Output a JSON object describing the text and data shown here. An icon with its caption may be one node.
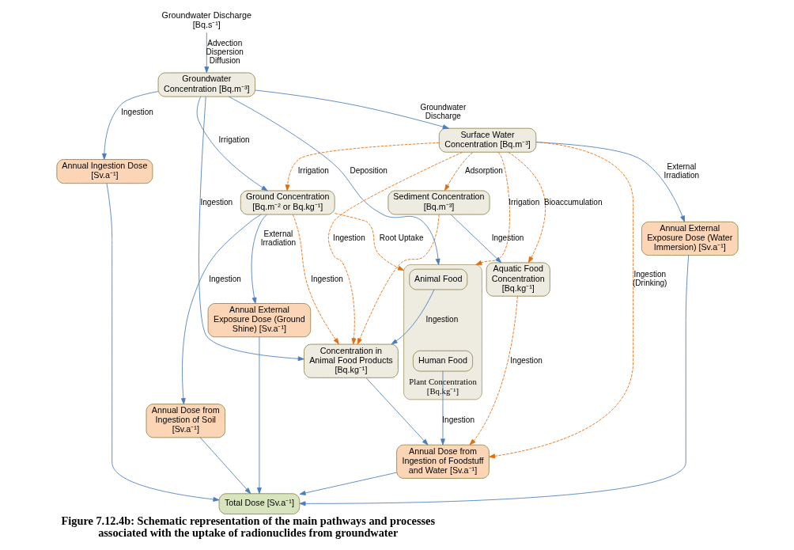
{
  "diagram": {
    "caption": "Figure 7.12.4b: Schematic representation of the main pathways and processes associated with the uptake of radionuclides from groundwater",
    "nodes": [
      {
        "text": [
          "Groundwater Discharge [Bq.s⁻¹]"
        ]
      },
      {
        "text": [
          "Groundwater Concentration [Bq.m⁻³]"
        ]
      },
      {
        "text": [
          "Annual Ingestion Dose [Sv.a⁻¹]"
        ]
      },
      {
        "text": [
          "Ground Concentration [Bq.m⁻² or Bq.kg⁻¹]"
        ]
      },
      {
        "text": [
          "Annual External Exposure Dose (Ground Shine) [Sv.a⁻¹]"
        ]
      },
      {
        "text": [
          "Annual Dose from Ingestion of Soil [Sv.a⁻¹]"
        ]
      },
      {
        "text": [
          "Surface Water Concentration [Bq.m⁻³]"
        ]
      },
      {
        "text": [
          "Annual External Exposure Dose (Water Immersion) [Sv.a⁻¹]"
        ]
      },
      {
        "text": [
          "Sediment Concentration [Bq.m⁻³]"
        ]
      },
      {
        "text": [
          "Aquatic Food Concentration [Bq.kg⁻¹]"
        ]
      },
      {
        "text": [
          "Total Dose [Sv.a⁻¹]"
        ]
      },
      {
        "text": [
          "Annual Dose from Ingestion of Foodstuff and Water [Sv.a⁻¹]"
        ]
      },
      {
        "text": [
          "Plant Concentration [Bq.kg⁻¹]"
        ]
      },
      {
        "text": [
          "Animal Food"
        ],
        "in": 12
      },
      {
        "text": [
          "Human Food"
        ],
        "in": 12
      },
      {
        "text": [
          "Concentration in Animal Food Products [Bq.kg⁻¹]"
        ]
      }
    ],
    "edges": [
      {
        "from": 0,
        "to": 1,
        "arrow": "to",
        "label": "Advection Dispersion Diffusion"
      },
      {
        "from": 1,
        "to": 2,
        "arrow": "to",
        "label": "Ingestion"
      },
      {
        "from": 1,
        "to": 3,
        "arrow": "to",
        "label": "Irrigation"
      },
      {
        "from": 3,
        "to": 4,
        "arrow": "to",
        "label": "External Irradiation"
      },
      {
        "from": 3,
        "to": 5,
        "arrow": "to",
        "label": "Ingestion"
      },
      {
        "from": 1,
        "to": 6,
        "arrow": "to",
        "label": "Groundwater Discharge"
      },
      {
        "from": 6,
        "to": 3,
        "arrow": "to",
        "label": "Irrigation",
        "style": "dashed",
        "color": "#e46c0a"
      },
      {
        "from": 6,
        "to": 7,
        "arrow": "to",
        "label": "External Irradiation"
      },
      {
        "from": 6,
        "to": 9,
        "arrow": "to",
        "label": "Bioaccumulation",
        "style": "dashed",
        "color": "#e46c0a"
      },
      {
        "from": 6,
        "to": 8,
        "arrow": "to",
        "label": "Adsorption",
        "style": "dashed",
        "color": "#e46c0a"
      },
      {
        "from": 8,
        "to": 9,
        "arrow": "to",
        "label": "Ingestion"
      },
      {
        "from": 9,
        "to": 11,
        "arrow": "to",
        "label": "Ingestion",
        "style": "dashed",
        "color": "#e46c0a"
      },
      {
        "from": 6,
        "to": 11,
        "arrow": "to",
        "label": "Ingestion (Drinking)",
        "style": "dashed",
        "color": "#e46c0a"
      },
      {
        "from": 6,
        "to": 12,
        "arrow": "to",
        "label": "Irrigation",
        "style": "dashed",
        "color": "#e46c0a"
      },
      {
        "from": 3,
        "to": 12,
        "arrow": "to",
        "label": "Root Uptake",
        "style": "dashed",
        "color": "#e46c0a"
      },
      {
        "from": 1,
        "to": 12,
        "arrow": "to",
        "label": "Deposition"
      },
      {
        "from": 14,
        "to": 11,
        "arrow": "to",
        "label": "Ingestion"
      },
      {
        "from": 13,
        "to": 15,
        "arrow": "to",
        "label": "Ingestion"
      },
      {
        "from": 3,
        "to": 15,
        "arrow": "to",
        "label": "Ingestion",
        "style": "dashed",
        "color": "#e46c0a"
      },
      {
        "from": 6,
        "to": 15,
        "arrow": "to",
        "label": "Ingestion",
        "style": "dashed",
        "color": "#e46c0a"
      },
      {
        "from": 8,
        "to": 15,
        "arrow": "to",
        "style": "dashed",
        "color": "#e46c0a"
      },
      {
        "from": 1,
        "to": 15,
        "arrow": "to",
        "label": "Ingestion"
      },
      {
        "from": 15,
        "to": 11,
        "arrow": "to"
      },
      {
        "from": 2,
        "to": 10,
        "arrow": "to"
      },
      {
        "from": 4,
        "to": 10,
        "arrow": "to"
      },
      {
        "from": 5,
        "to": 10,
        "arrow": "to"
      },
      {
        "from": 7,
        "to": 10,
        "arrow": "to"
      },
      {
        "from": 11,
        "to": 10,
        "arrow": "to"
      }
    ]
  }
}
